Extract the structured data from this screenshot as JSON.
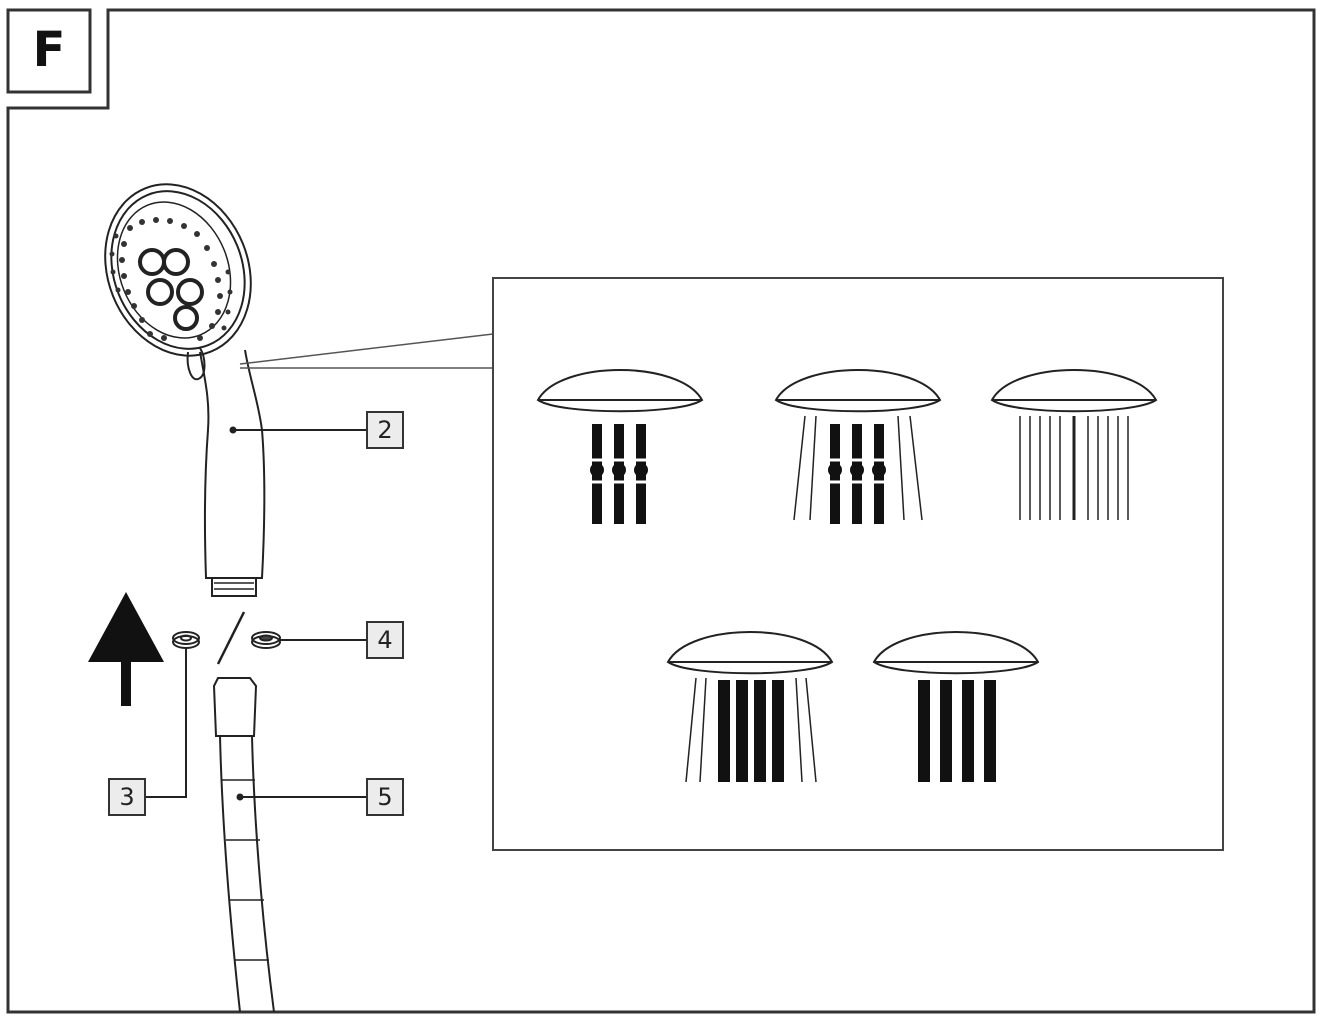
{
  "figure": {
    "label": "F"
  },
  "callouts": {
    "hand_shower": "2",
    "washer_flat": "3",
    "washer_filter": "4",
    "hose": "5"
  },
  "spray_modes": {
    "count": 5
  },
  "colors": {
    "line": "#222222",
    "frame": "#333333",
    "callout_fill": "#ececec"
  }
}
